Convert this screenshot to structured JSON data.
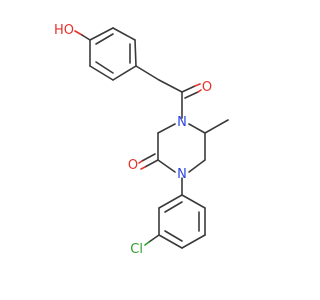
{
  "atoms": {
    "hydroxyl": "HO",
    "ketone_oxygen": "O",
    "lactam_oxygen": "O",
    "amide_nitrogen": "N",
    "aryl_nitrogen": "N",
    "chlorine": "Cl"
  },
  "colors": {
    "bond": "#3a3a3a",
    "oxygen": "#e3322c",
    "nitrogen": "#2d46e0",
    "chlorine": "#2f9d2f",
    "background": "#ffffff"
  }
}
